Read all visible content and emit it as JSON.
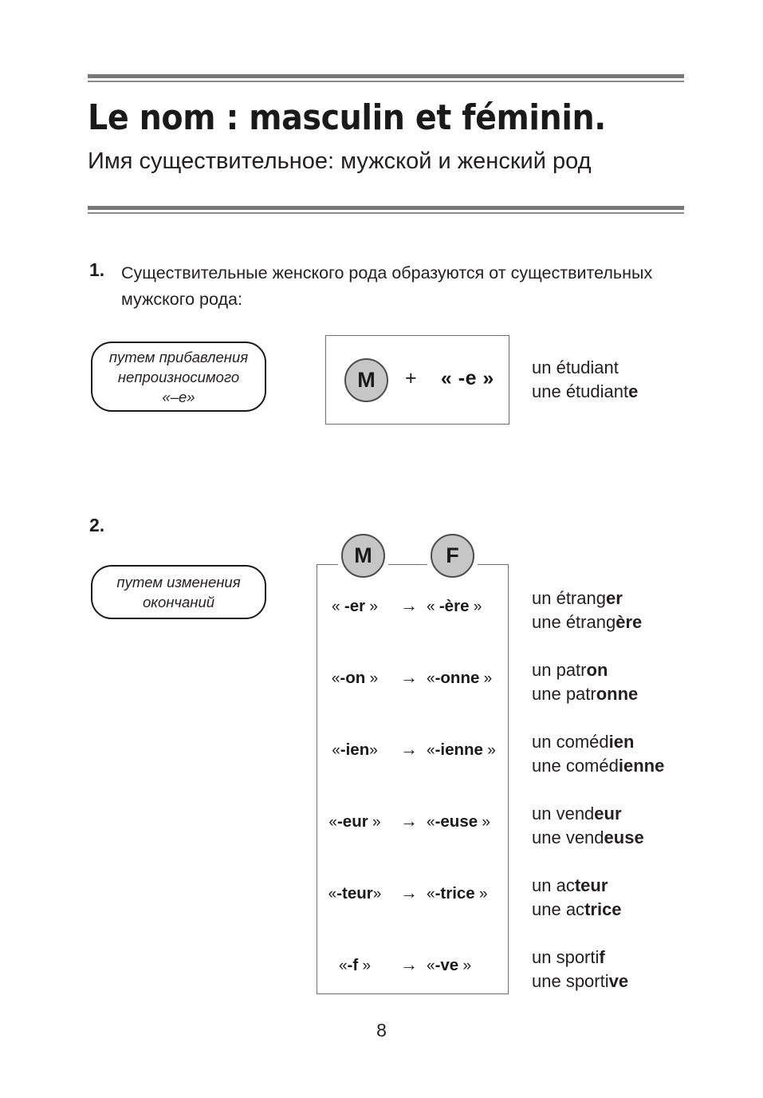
{
  "header": {
    "title_fr": "Le nom : masculin et féminin.",
    "title_ru": "Имя существительное: мужской и женский род"
  },
  "sections": [
    {
      "number": "1.",
      "text": "Существительные женского рода образуются от существительных мужского рода:",
      "callout": "путем прибавления непроизносимого «–e»",
      "callout_lines": [
        "путем прибавления",
        "непроизносимого",
        "«–e»"
      ],
      "rule": {
        "gender_circle": "M",
        "operator": "+",
        "suffix": "« -e »"
      },
      "example": {
        "masculine_prefix": "un étudiant",
        "masculine_suffix": "",
        "feminine_prefix": "une étudiant",
        "feminine_suffix": "e"
      }
    },
    {
      "number": "2.",
      "callout_lines": [
        "путем изменения",
        "окончаний"
      ],
      "column_labels": {
        "masculine": "M",
        "feminine": "F"
      },
      "rows": [
        {
          "src": "« -er »",
          "arrow": "→",
          "dst": "« -ère »",
          "src_open": "« ",
          "src_core": "-er",
          "src_close": " »",
          "dst_open": "« ",
          "dst_core": "-ère",
          "dst_close": " »",
          "masculine_prefix": "un étrang",
          "masculine_suffix": "er",
          "feminine_prefix": "une étrang",
          "feminine_suffix": "ère"
        },
        {
          "src": "«-on »",
          "arrow": "→",
          "dst": "«-onne »",
          "src_open": "«",
          "src_core": "-on",
          "src_close": " »",
          "dst_open": "«",
          "dst_core": "-onne",
          "dst_close": " »",
          "masculine_prefix": "un patr",
          "masculine_suffix": "on",
          "feminine_prefix": "une patr",
          "feminine_suffix": "onne"
        },
        {
          "src": "«-ien»",
          "arrow": "→",
          "dst": "«-ienne »",
          "src_open": "«",
          "src_core": "-ien",
          "src_close": "»",
          "dst_open": "«",
          "dst_core": "-ienne",
          "dst_close": " »",
          "masculine_prefix": "un coméd",
          "masculine_suffix": "ien",
          "feminine_prefix": "une coméd",
          "feminine_suffix": "ienne"
        },
        {
          "src": "«-eur »",
          "arrow": "→",
          "dst": "«-euse »",
          "src_open": "«",
          "src_core": "-eur",
          "src_close": " »",
          "dst_open": "«",
          "dst_core": "-euse",
          "dst_close": " »",
          "masculine_prefix": "un vend",
          "masculine_suffix": "eur",
          "feminine_prefix": "une vend",
          "feminine_suffix": "euse"
        },
        {
          "src": "«-teur»",
          "arrow": "→",
          "dst": "«-trice »",
          "src_open": "«",
          "src_core": "-teur",
          "src_close": "»",
          "dst_open": "«",
          "dst_core": "-trice",
          "dst_close": " »",
          "masculine_prefix": "un ac",
          "masculine_suffix": "teur",
          "feminine_prefix": "une ac",
          "feminine_suffix": "trice"
        },
        {
          "src": "«-f »",
          "arrow": "→",
          "dst": "«-ve »",
          "src_open": "«",
          "src_core": "-f",
          "src_close": " »",
          "dst_open": "«",
          "dst_core": "-ve",
          "dst_close": " »",
          "masculine_prefix": "un sporti",
          "masculine_suffix": "f",
          "feminine_prefix": "une sporti",
          "feminine_suffix": "ve"
        }
      ]
    }
  ],
  "footer": {
    "page_number": "8"
  },
  "colors": {
    "rule_gray": "#777777",
    "circle_fill": "#c6c6c6",
    "circle_border": "#4d4d4d",
    "box_border": "#6f6f6f",
    "text": "#231f20"
  }
}
